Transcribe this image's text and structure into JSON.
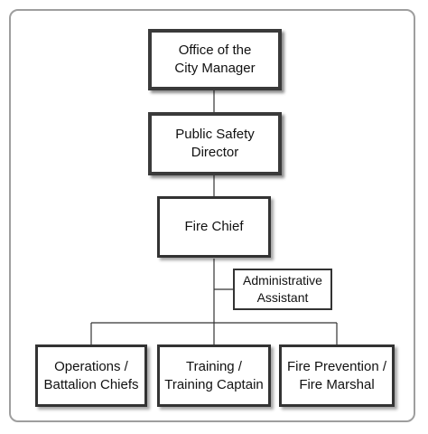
{
  "nodes": {
    "city_manager": "Office of the\nCity Manager",
    "safety_director": "Public Safety\nDirector",
    "fire_chief": "Fire Chief",
    "admin_assistant": "Administrative\nAssistant",
    "operations": "Operations /\nBattalion Chiefs",
    "training": "Training /\nTraining Captain",
    "prevention": "Fire Prevention /\nFire Marshal"
  },
  "colors": {
    "frame_border": "#9e9e9e",
    "box_border": "#333333",
    "connector": "#333333"
  }
}
